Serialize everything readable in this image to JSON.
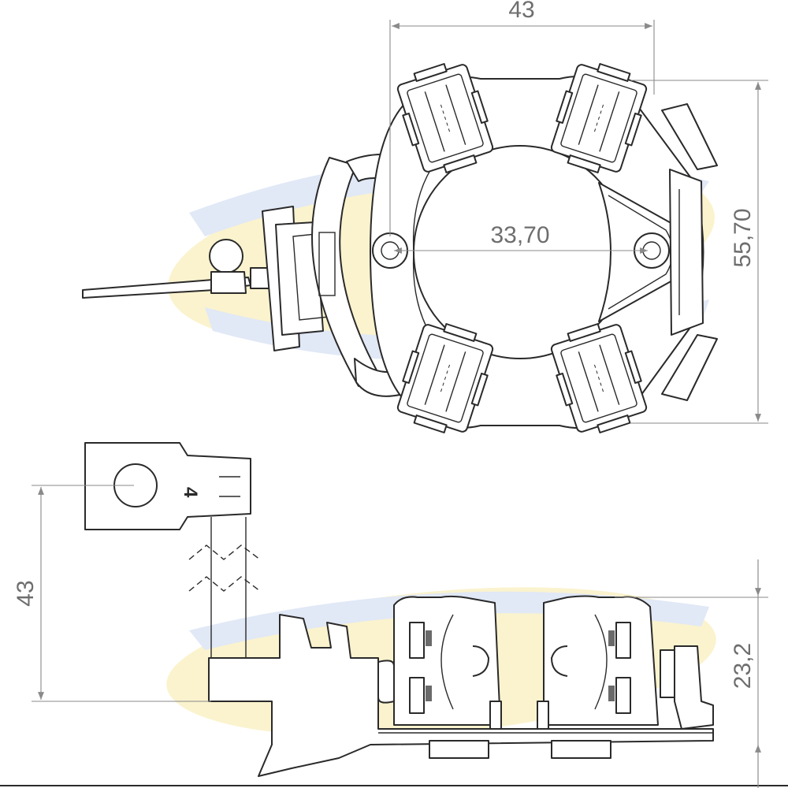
{
  "dimensions": {
    "top_width": "43",
    "hole_spacing": "33,70",
    "height": "55,70",
    "lead_length": "43",
    "side_height": "23,2"
  },
  "terminal_label": "4",
  "colors": {
    "outline": "#2a2a2a",
    "dimension_line": "#8a8a8a",
    "dimension_text": "#6e6e6e",
    "watermark_yellow": "#f6e9a6",
    "watermark_blue": "#c9d6ee"
  }
}
